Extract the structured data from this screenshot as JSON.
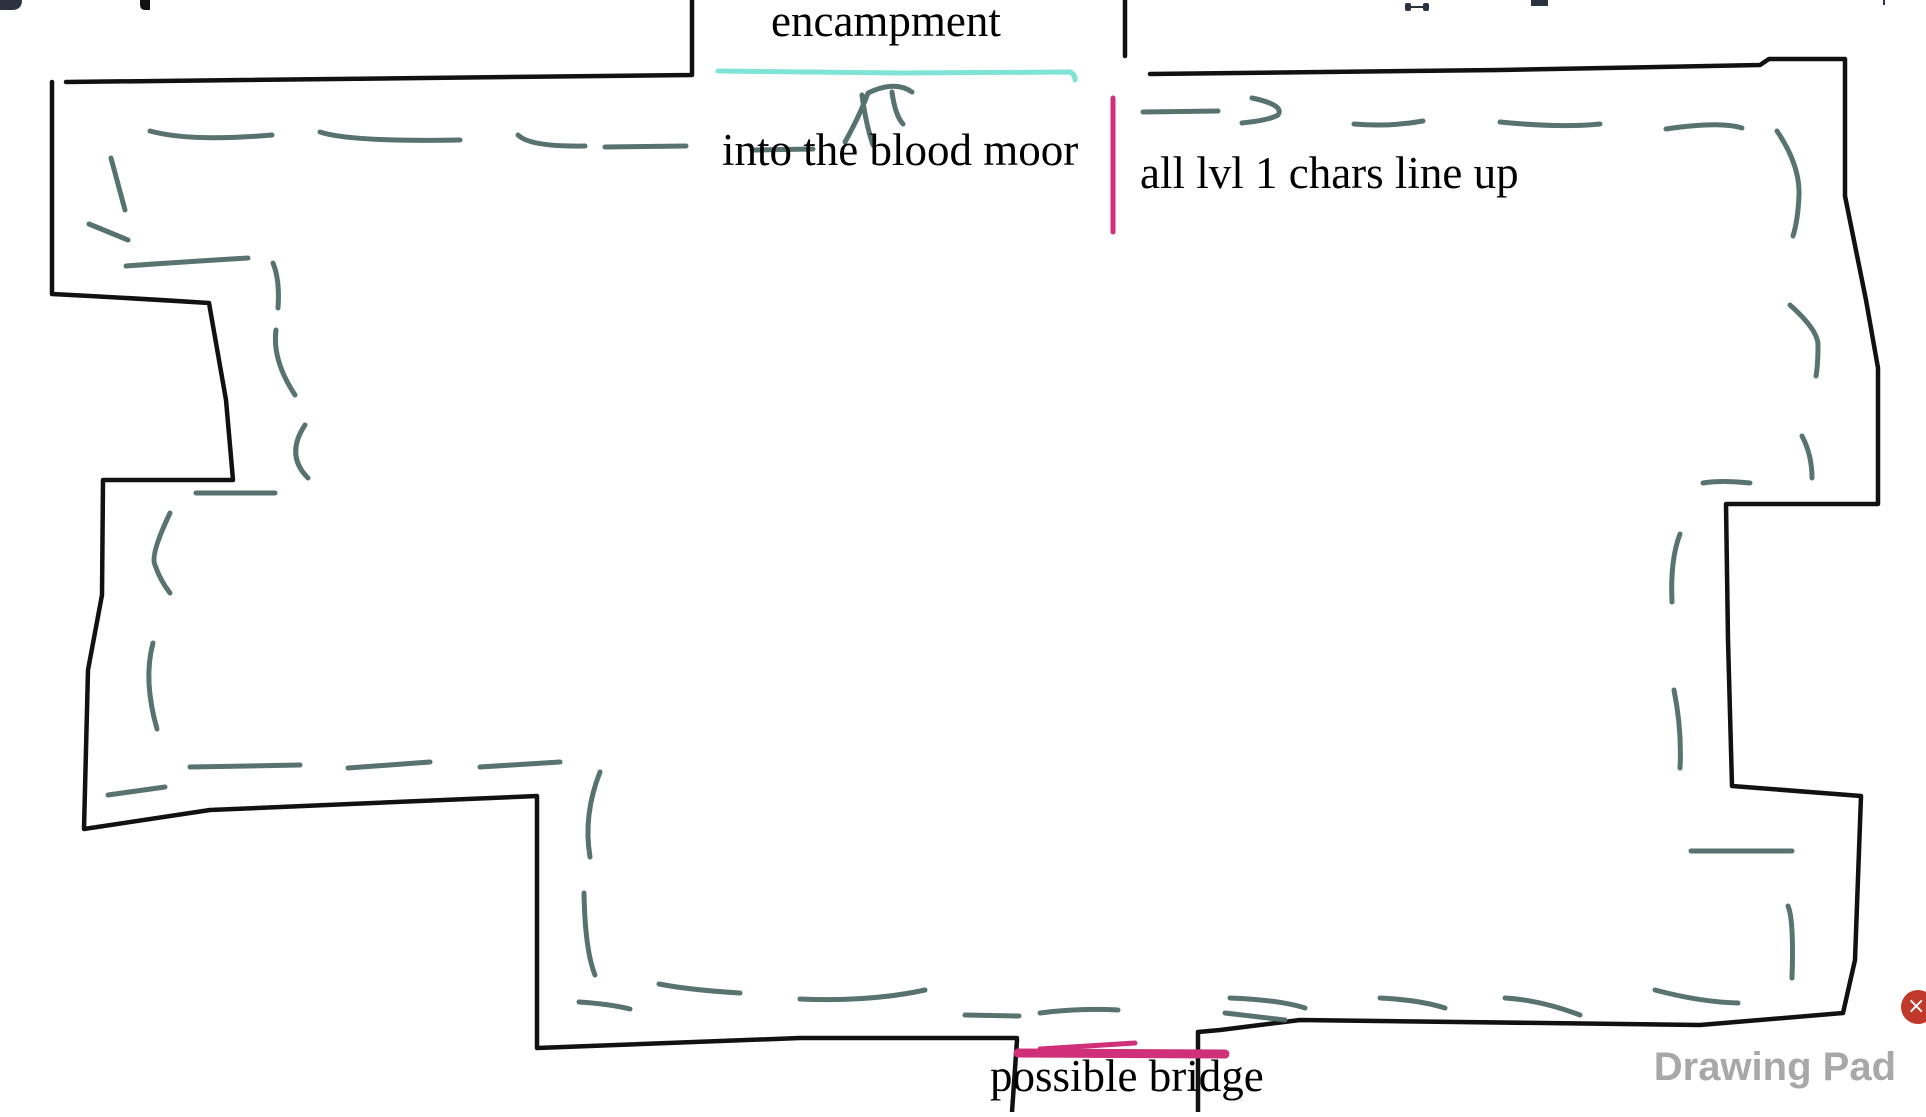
{
  "app": {
    "title": "Drawing Pad",
    "close_icon": "×"
  },
  "canvas": {
    "labels": {
      "encampment": "encampment",
      "into_blood_moor": "into the blood moor",
      "line_up": "all lvl 1 chars line up",
      "bridge": "possible bridge"
    },
    "colors": {
      "wall": "#111111",
      "path": "#4f6b68",
      "encampment_line": "#7fe3d6",
      "marker": "#d0307a",
      "background": "#ffffff",
      "close_button": "#c0392b",
      "title_text": "#a8a8a8"
    }
  }
}
